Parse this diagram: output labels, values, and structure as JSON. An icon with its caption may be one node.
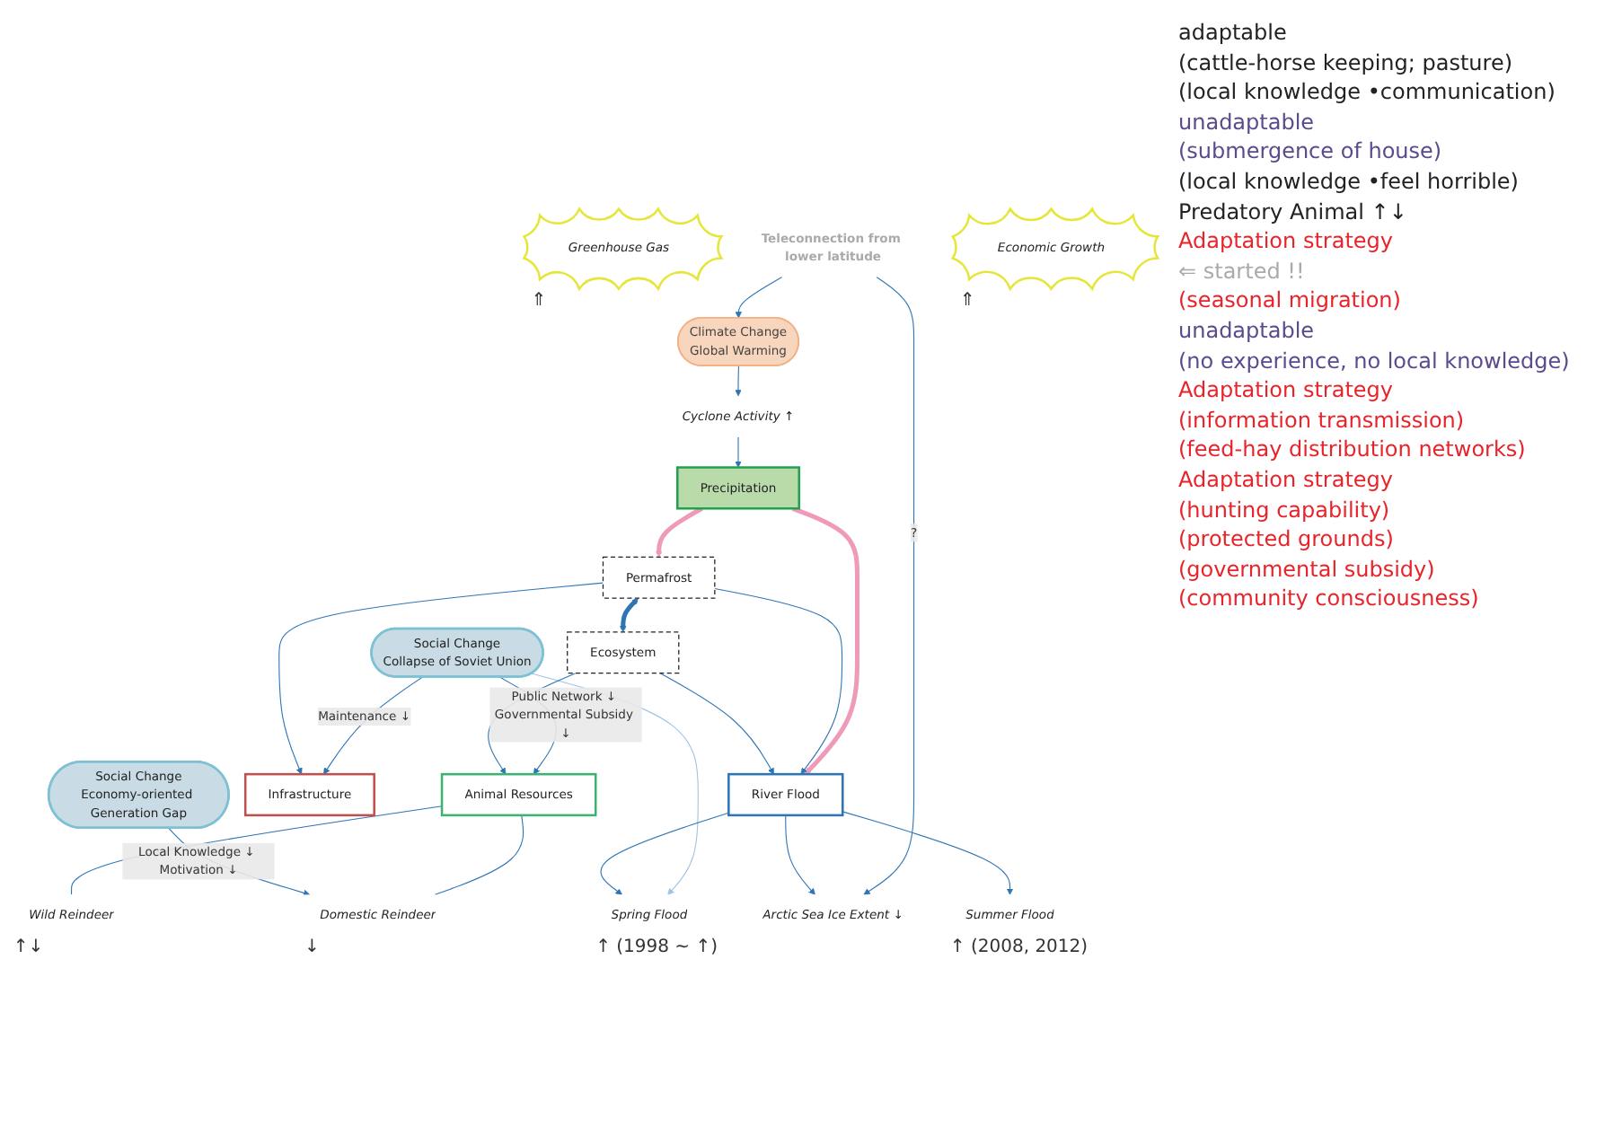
{
  "diagram": {
    "nodes": [
      {
        "text": [
          "Climate Change",
          "Global Warming"
        ]
      },
      {
        "text": [
          "Greenhouse Gas"
        ],
        "beside": [
          "⇑"
        ]
      },
      {
        "text": [
          "Precipitation"
        ]
      },
      {
        "text": [
          "Arctic Sea Ice Extent ↓"
        ]
      },
      {
        "text": [
          "Teleconnection from lower latitude"
        ]
      },
      {
        "text": [
          "Cyclone Activity ↑"
        ]
      },
      {
        "text": [
          "Social Change",
          "Collapse of Soviet Union"
        ]
      },
      {
        "text": [
          "Permafrost"
        ]
      },
      {
        "text": [
          "River Flood"
        ]
      },
      {
        "text": [
          "Infrastructure"
        ]
      },
      {
        "text": [
          "Ecosystem"
        ]
      },
      {
        "text": [
          "Animal Resources"
        ]
      },
      {
        "text": [
          "Wild Reindeer"
        ],
        "beside": [
          "↑↓"
        ]
      },
      {
        "text": [
          "Domestic Reindeer"
        ],
        "beside": [
          "↓"
        ]
      },
      {
        "text": [
          "Social Change",
          "Economy-oriented Generation Gap"
        ]
      },
      {
        "text": [
          "Economic Growth"
        ],
        "beside": [
          "⇑"
        ]
      },
      {
        "text": [
          "Spring Flood"
        ],
        "beside": [
          "↑",
          "(1998 ~ ↑)"
        ]
      },
      {
        "text": [
          "Summer Flood"
        ],
        "beside": [
          "↑",
          "(2008, 2012)"
        ]
      }
    ],
    "edges": [
      {
        "from": 0,
        "to": 5,
        "arrow": "to"
      },
      {
        "from": 5,
        "to": 2,
        "arrow": "to"
      },
      {
        "from": 4,
        "to": 0,
        "arrow": "to"
      },
      {
        "from": 4,
        "to": 3,
        "arrow": "to",
        "label": "?"
      },
      {
        "from": 8,
        "to": 3,
        "arrow": "to"
      },
      {
        "from": 6,
        "to": 16,
        "arrow": "to",
        "color": "#9dc3e6"
      },
      {
        "from": 2,
        "to": 7,
        "arrow": "to",
        "style": "thick",
        "color": "#f09ab9"
      },
      {
        "from": 2,
        "to": 8,
        "arrow": "to",
        "style": "thick",
        "color": "#f09ab9"
      },
      {
        "from": 6,
        "to": 9,
        "arrow": "to",
        "label": "Maintenance ↓"
      },
      {
        "from": 6,
        "to": 11,
        "arrow": "to",
        "label": "Public Network ↓ Governmental Subsidy ↓"
      },
      {
        "from": 7,
        "to": 8,
        "arrow": "to"
      },
      {
        "from": 7,
        "to": 9,
        "arrow": "to"
      },
      {
        "from": 7,
        "to": 10,
        "arrow": "both",
        "style": "thick"
      },
      {
        "from": 10,
        "to": 8,
        "arrow": "to"
      },
      {
        "from": 10,
        "to": 11,
        "arrow": "to"
      },
      {
        "from": 11,
        "to": 12,
        "arrow": "none"
      },
      {
        "from": 11,
        "to": 13,
        "arrow": "none"
      },
      {
        "from": 14,
        "to": 13,
        "arrow": "to",
        "label": "Local Knowledge ↓ Motivation ↓"
      },
      {
        "from": 8,
        "to": 16,
        "arrow": "to"
      },
      {
        "from": 8,
        "to": 17,
        "arrow": "to"
      }
    ],
    "labels": [
      "adaptable",
      "(cattle-horse keeping; pasture)",
      "(local knowledge •communication)",
      "unadaptable",
      "(submergence of house)",
      "(local knowledge •feel horrible)",
      "Predatory Animal ↑↓",
      "Adaptation strategy",
      "⇐ started !!",
      "(seasonal migration)",
      "unadaptable",
      "(no experience, no local knowledge)",
      "Adaptation strategy",
      "(information transmission)",
      "(feed-hay distribution networks)",
      "Adaptation strategy",
      "(hunting capability)",
      "(protected grounds)",
      "(governmental subsidy)",
      "(community consciousness)"
    ]
  }
}
